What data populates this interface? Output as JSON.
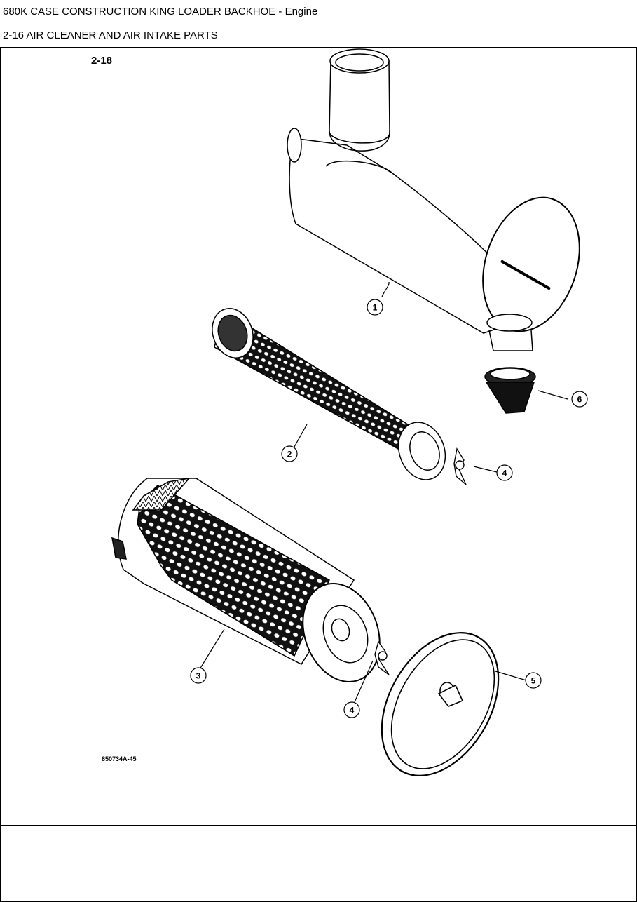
{
  "header": {
    "title": "680K CASE CONSTRUCTION KING LOADER BACKHOE - Engine",
    "section": "2-16 AIR CLEANER AND AIR INTAKE PARTS"
  },
  "diagram": {
    "figure_label": "2-18",
    "drawing_id": "850734A-45",
    "callouts": [
      {
        "number": "1",
        "part": "housing"
      },
      {
        "number": "2",
        "part": "inner-filter-element"
      },
      {
        "number": "3",
        "part": "outer-filter-element"
      },
      {
        "number": "4",
        "part": "wing-nut"
      },
      {
        "number": "4",
        "part": "wing-nut"
      },
      {
        "number": "5",
        "part": "end-cover"
      },
      {
        "number": "6",
        "part": "dust-valve"
      }
    ]
  }
}
